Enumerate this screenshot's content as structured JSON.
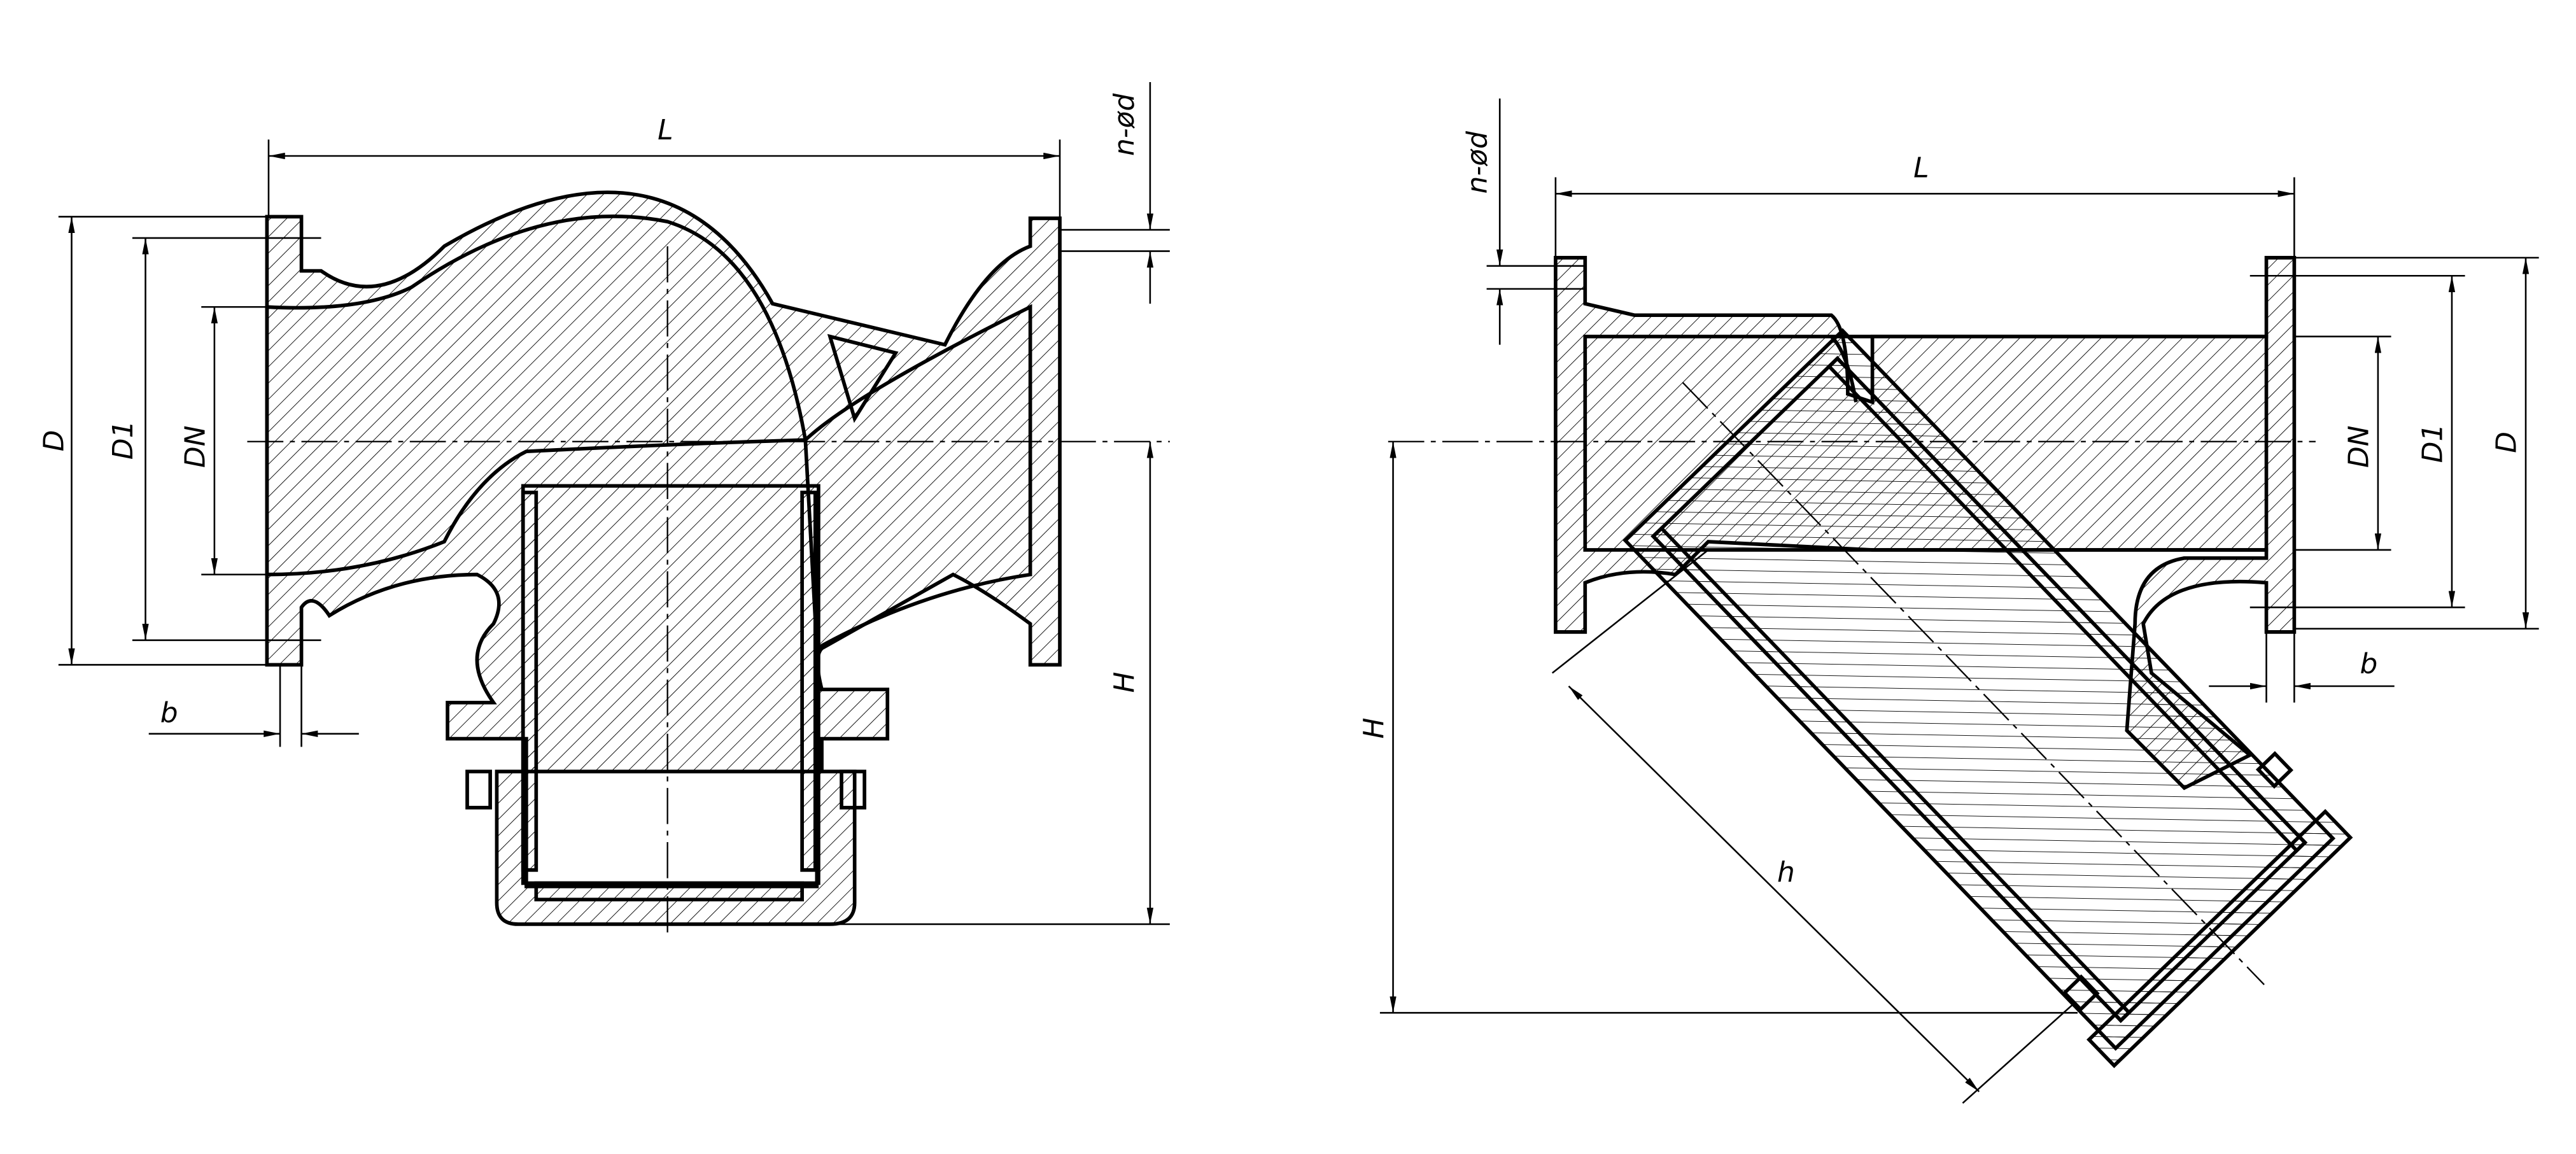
{
  "left_view": {
    "labels": {
      "L": "L",
      "n_d": "n-ød",
      "D": "D",
      "D1": "D1",
      "DN": "DN",
      "b": "b",
      "H": "H"
    }
  },
  "right_view": {
    "labels": {
      "L": "L",
      "n_d": "n-ød",
      "D": "D",
      "D1": "D1",
      "DN": "DN",
      "b": "b",
      "H": "H",
      "h": "h"
    }
  },
  "colors": {
    "line": "#000000",
    "background": "#ffffff"
  }
}
